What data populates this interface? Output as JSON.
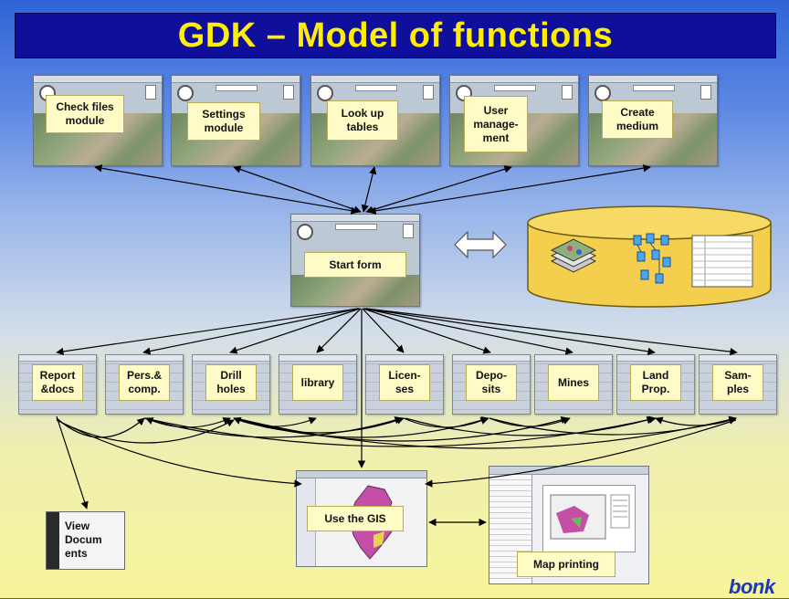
{
  "title": "GDK – Model of functions",
  "top_modules": [
    {
      "label": "Check files\nmodule"
    },
    {
      "label": "Settings\nmodule"
    },
    {
      "label": "Look up\ntables"
    },
    {
      "label": "User\nmanage-\nment"
    },
    {
      "label": "Create\nmedium"
    }
  ],
  "start_form": {
    "label": "Start form"
  },
  "bottom_modules": [
    {
      "label": "Report\n&docs"
    },
    {
      "label": "Pers.&\ncomp."
    },
    {
      "label": "Drill\nholes"
    },
    {
      "label": "library"
    },
    {
      "label": "Licen-\nses"
    },
    {
      "label": "Depo-\nsits"
    },
    {
      "label": "Mines"
    },
    {
      "label": "Land\nProp."
    },
    {
      "label": "Sam-\nples"
    }
  ],
  "gis": {
    "label": "Use the GIS"
  },
  "map_printing": {
    "label": "Map printing"
  },
  "view_documents": {
    "label": "View\nDocum\nents"
  },
  "brand": "bonk",
  "colors": {
    "title_bg": "#0f0f9c",
    "title_text": "#ffee00",
    "card_bg": "#fffbc6",
    "database": "#f4cf4e",
    "arrow": "#d9d9ff"
  }
}
